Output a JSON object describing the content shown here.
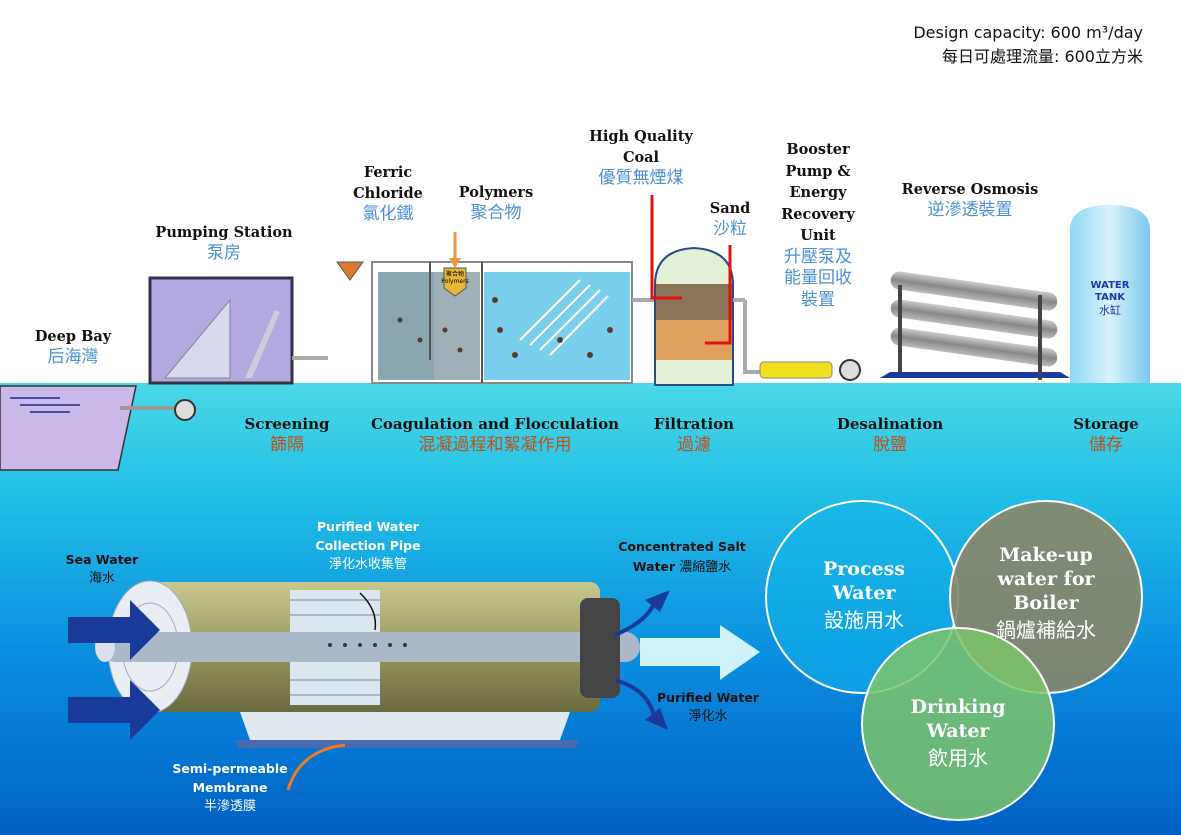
{
  "capacity": {
    "en": "Design capacity: 600 m³/day",
    "zh": "每日可處理流量: 600立方米"
  },
  "equipment": {
    "deep_bay": {
      "en": "Deep Bay",
      "zh": "后海灣"
    },
    "pumping": {
      "en": "Pumping Station",
      "zh": "泵房"
    },
    "ferric": {
      "en1": "Ferric",
      "en2": "Chloride",
      "zh": "氯化鐵"
    },
    "polymers": {
      "en": "Polymers",
      "zh": "聚合物",
      "tag_zh": "聚合物",
      "tag_en": "Polymers"
    },
    "coal": {
      "en1": "High Quality",
      "en2": "Coal",
      "zh": "優質無煙煤"
    },
    "sand": {
      "en": "Sand",
      "zh": "沙粒"
    },
    "booster": {
      "en1": "Booster",
      "en2": "Pump &",
      "en3": "Energy",
      "en4": "Recovery",
      "en5": "Unit",
      "zh1": "升壓泵及",
      "zh2": "能量回收",
      "zh3": "裝置"
    },
    "ro": {
      "en": "Reverse Osmosis",
      "zh": "逆滲透裝置"
    },
    "tank": {
      "en1": "WATER",
      "en2": "TANK",
      "zh": "水缸"
    }
  },
  "stages": [
    {
      "en": "Screening",
      "zh": "篩隔"
    },
    {
      "en": "Coagulation and Flocculation",
      "zh": "混凝過程和絮凝作用"
    },
    {
      "en": "Filtration",
      "zh": "過濾"
    },
    {
      "en": "Desalination",
      "zh": "脫鹽"
    },
    {
      "en": "Storage",
      "zh": "儲存"
    }
  ],
  "membrane": {
    "sea_water": {
      "en": "Sea Water",
      "zh": "海水"
    },
    "pipe": {
      "en1": "Purified Water",
      "en2": "Collection Pipe",
      "zh": "淨化水收集管"
    },
    "salt": {
      "en1": "Concentrated Salt",
      "en2": "Water",
      "zh": "濃縮鹽水"
    },
    "purified": {
      "en": "Purified Water",
      "zh": "淨化水"
    },
    "semi": {
      "en1": "Semi-permeable",
      "en2": "Membrane",
      "zh": "半滲透膜"
    }
  },
  "uses": [
    {
      "en1": "Process",
      "en2": "Water",
      "zh": "設施用水",
      "color": "#12b4e8"
    },
    {
      "en1": "Make-up",
      "en2": "water for",
      "en3": "Boiler",
      "zh": "鍋爐補給水",
      "color": "#8a8a6a"
    },
    {
      "en1": "Drinking",
      "en2": "Water",
      "zh": "飲用水",
      "color": "#7cc46a"
    }
  ],
  "colors": {
    "water_top": "#40d4e4",
    "water_bottom": "#0060c4",
    "label_blue": "#4a8fd8",
    "stage_orange": "#c0501a"
  }
}
